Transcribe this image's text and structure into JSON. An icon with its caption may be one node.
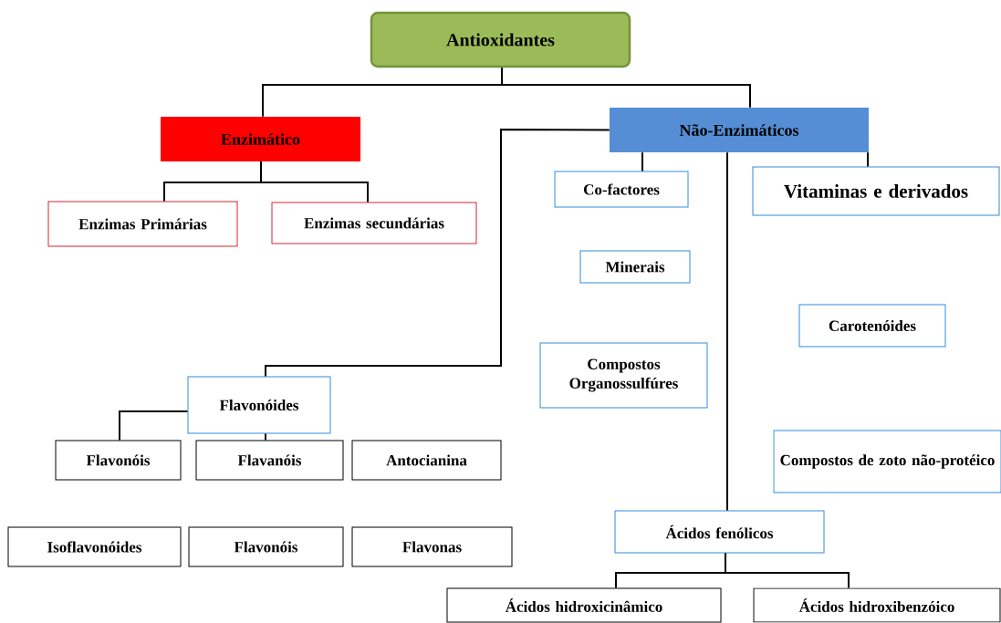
{
  "diagram": {
    "nodes": [
      {
        "text": [
          "Antioxidantes"
        ]
      },
      {
        "text": [
          "Enzimático"
        ]
      },
      {
        "text": [
          "Enzimas Primárias"
        ]
      },
      {
        "text": [
          "Enzimas secundárias"
        ]
      },
      {
        "text": [
          "Não-Enzimáticos"
        ]
      },
      {
        "text": [
          "Co-factores"
        ]
      },
      {
        "text": [
          "Vitaminas e derivados"
        ]
      },
      {
        "text": [
          "Minerais"
        ]
      },
      {
        "text": [
          "Carotenóides"
        ]
      },
      {
        "text": [
          "Compostos Organossulfúres"
        ]
      },
      {
        "text": [
          "Flavonóides"
        ]
      },
      {
        "text": [
          "Flavonóis"
        ]
      },
      {
        "text": [
          "Flavanóis"
        ]
      },
      {
        "text": [
          "Antocianina"
        ]
      },
      {
        "text": [
          "Compostos de zoto não-protéico"
        ]
      },
      {
        "text": [
          "Isoflavonóides"
        ]
      },
      {
        "text": [
          "Flavonóis"
        ]
      },
      {
        "text": [
          "Flavonas"
        ]
      },
      {
        "text": [
          "Ácidos fenólicos"
        ]
      },
      {
        "text": [
          "Ácidos hidroxicinâmico"
        ]
      },
      {
        "text": [
          "Ácidos hidroxibenzóico"
        ]
      }
    ],
    "edges": [
      {
        "from": 0,
        "to": 1,
        "arrow": "none"
      },
      {
        "from": 0,
        "to": 4,
        "arrow": "none"
      },
      {
        "from": 1,
        "to": 2,
        "arrow": "none"
      },
      {
        "from": 1,
        "to": 3,
        "arrow": "none"
      },
      {
        "from": 4,
        "to": 5,
        "arrow": "none"
      },
      {
        "from": 4,
        "to": 18,
        "arrow": "none"
      },
      {
        "from": 4,
        "to": 6,
        "arrow": "none"
      },
      {
        "from": 4,
        "to": 10,
        "arrow": "none"
      },
      {
        "from": 10,
        "to": 11,
        "arrow": "none"
      },
      {
        "from": 10,
        "to": 12,
        "arrow": "none"
      },
      {
        "from": 18,
        "to": 19,
        "arrow": "none"
      },
      {
        "from": 18,
        "to": 20,
        "arrow": "none"
      }
    ]
  }
}
